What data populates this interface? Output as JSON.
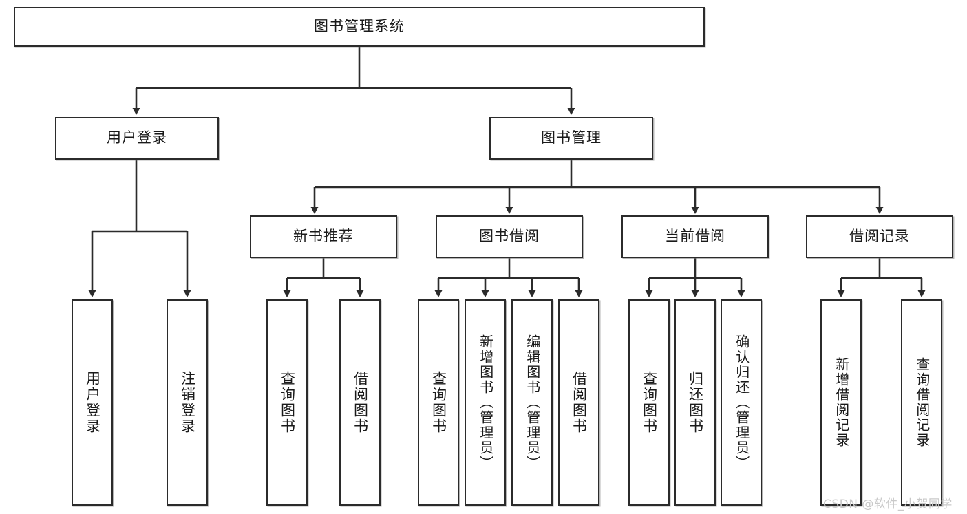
{
  "diagram": {
    "type": "tree",
    "title": "图书管理系统",
    "watermark": "CSDN @软件_小贺同学",
    "colors": {
      "box_border": "#2b2b2b",
      "box_fill": "#ffffff",
      "line": "#2b2b2b",
      "text": "#1a1a1a",
      "watermark": "#c9c9c9"
    },
    "nodes": {
      "root": {
        "label": "图书管理系统",
        "orientation": "horizontal"
      },
      "l2": [
        {
          "id": "user-login",
          "label": "用户登录",
          "orientation": "horizontal"
        },
        {
          "id": "book-manage",
          "label": "图书管理",
          "orientation": "horizontal"
        }
      ],
      "l3": [
        {
          "id": "new-book-rec",
          "label": "新书推荐",
          "orientation": "horizontal"
        },
        {
          "id": "book-borrow",
          "label": "图书借阅",
          "orientation": "horizontal"
        },
        {
          "id": "current-borrow",
          "label": "当前借阅",
          "orientation": "horizontal"
        },
        {
          "id": "borrow-record",
          "label": "借阅记录",
          "orientation": "horizontal"
        }
      ],
      "leaves": [
        {
          "id": "leaf-user-login",
          "label": "用户登录",
          "orientation": "vertical",
          "parent": "user-login"
        },
        {
          "id": "leaf-user-logout",
          "label": "注销登录",
          "orientation": "vertical",
          "parent": "user-login"
        },
        {
          "id": "leaf-query-book-1",
          "label": "查询图书",
          "orientation": "vertical",
          "parent": "new-book-rec"
        },
        {
          "id": "leaf-borrow-book-1",
          "label": "借阅图书",
          "orientation": "vertical",
          "parent": "new-book-rec"
        },
        {
          "id": "leaf-query-book-2",
          "label": "查询图书",
          "orientation": "vertical",
          "parent": "book-borrow"
        },
        {
          "id": "leaf-add-book",
          "label": "新增图书（管理员）",
          "orientation": "vertical",
          "parent": "book-borrow"
        },
        {
          "id": "leaf-edit-book",
          "label": "编辑图书（管理员）",
          "orientation": "vertical",
          "parent": "book-borrow"
        },
        {
          "id": "leaf-borrow-book-2",
          "label": "借阅图书",
          "orientation": "vertical",
          "parent": "book-borrow"
        },
        {
          "id": "leaf-query-book-3",
          "label": "查询图书",
          "orientation": "vertical",
          "parent": "current-borrow"
        },
        {
          "id": "leaf-return-book",
          "label": "归还图书",
          "orientation": "vertical",
          "parent": "current-borrow"
        },
        {
          "id": "leaf-confirm-return",
          "label": "确认归还（管理员）",
          "orientation": "vertical",
          "parent": "current-borrow"
        },
        {
          "id": "leaf-add-record",
          "label": "新增借阅记录",
          "orientation": "vertical",
          "parent": "borrow-record"
        },
        {
          "id": "leaf-query-record",
          "label": "查询借阅记录",
          "orientation": "vertical",
          "parent": "borrow-record"
        }
      ]
    }
  }
}
